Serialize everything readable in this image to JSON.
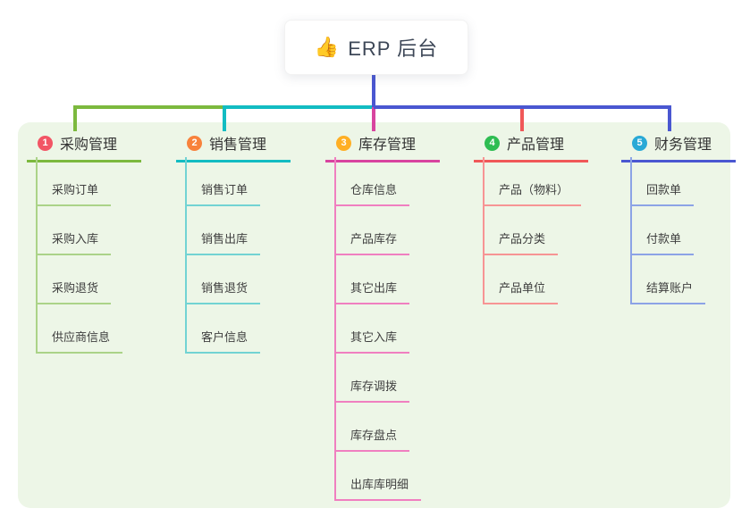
{
  "root": {
    "icon": "👍",
    "label": "ERP 后台"
  },
  "colors": {
    "canvas_bg": "#ffffff",
    "panel_bg": "#edf6e7",
    "root_connector": "#4a57d1",
    "root_text": "#3d4757",
    "branch_text": "#333333",
    "child_text": "#3f3f3f"
  },
  "branches": [
    {
      "num": "1",
      "label": "采购管理",
      "badge_color": "#f25565",
      "line_color": "#7cb93e",
      "child_line_color": "#abd388",
      "children": [
        "采购订单",
        "采购入库",
        "采购退货",
        "供应商信息"
      ]
    },
    {
      "num": "2",
      "label": "销售管理",
      "badge_color": "#f8823c",
      "line_color": "#12bcc2",
      "child_line_color": "#72d3d3",
      "children": [
        "销售订单",
        "销售出库",
        "销售退货",
        "客户信息"
      ]
    },
    {
      "num": "3",
      "label": "库存管理",
      "badge_color": "#ffaf24",
      "line_color": "#d8449f",
      "child_line_color": "#f07fc0",
      "children": [
        "仓库信息",
        "产品库存",
        "其它出库",
        "其它入库",
        "库存调拨",
        "库存盘点",
        "出库库明细"
      ]
    },
    {
      "num": "4",
      "label": "产品管理",
      "badge_color": "#2ebd52",
      "line_color": "#f05858",
      "child_line_color": "#f79494",
      "children": [
        "产品（物料）",
        "产品分类",
        "产品单位"
      ]
    },
    {
      "num": "5",
      "label": "财务管理",
      "badge_color": "#29a9d6",
      "line_color": "#4a57d1",
      "child_line_color": "#8ca3e6",
      "children": [
        "回款单",
        "付款单",
        "结算账户"
      ]
    }
  ]
}
